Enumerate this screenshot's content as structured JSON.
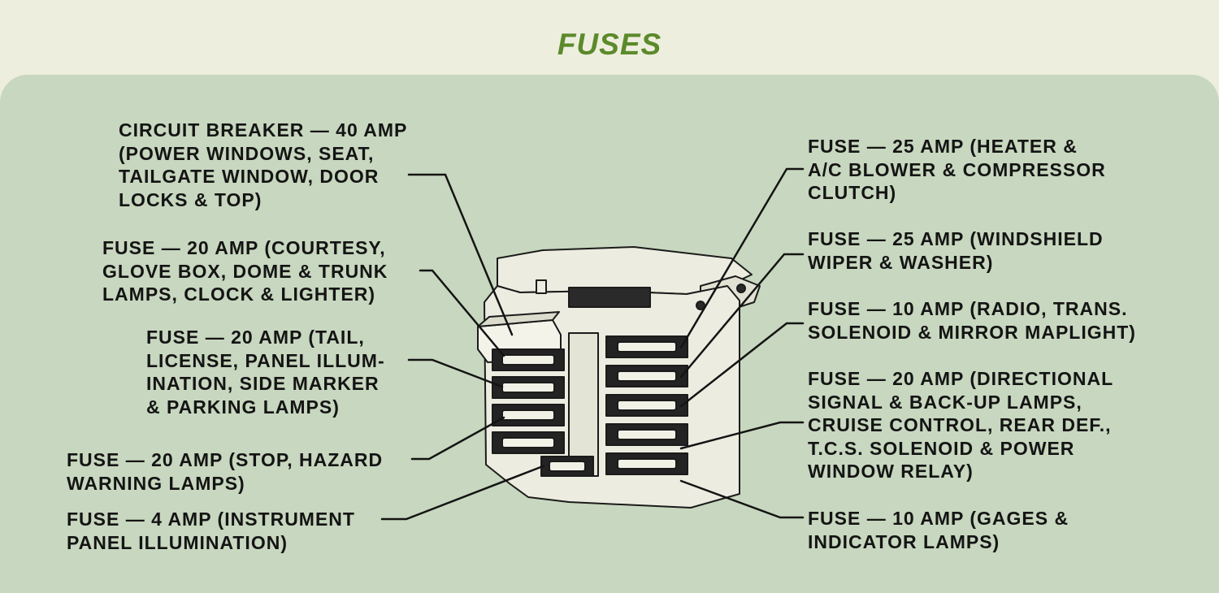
{
  "title": "FUSES",
  "colors": {
    "title": "#5b8a2a",
    "panel": "#c8d7bf",
    "page": "#eeeedf",
    "ink": "#141414"
  },
  "left_callouts": [
    {
      "id": "circuit-breaker-40",
      "lines": [
        "CIRCUIT BREAKER — 40 AMP",
        "(POWER WINDOWS, SEAT,",
        "TAILGATE WINDOW, DOOR",
        "LOCKS & TOP)"
      ]
    },
    {
      "id": "fuse-20-courtesy",
      "lines": [
        "FUSE — 20 AMP (COURTESY,",
        "GLOVE BOX, DOME & TRUNK",
        "LAMPS, CLOCK & LIGHTER)"
      ]
    },
    {
      "id": "fuse-20-tail",
      "lines": [
        "FUSE — 20 AMP (TAIL,",
        "LICENSE, PANEL ILLUM-",
        "INATION, SIDE MARKER",
        "& PARKING LAMPS)"
      ]
    },
    {
      "id": "fuse-20-stop",
      "lines": [
        "FUSE — 20 AMP (STOP, HAZARD",
        "WARNING LAMPS)"
      ]
    },
    {
      "id": "fuse-4-instrument",
      "lines": [
        "FUSE — 4 AMP (INSTRUMENT",
        "PANEL ILLUMINATION)"
      ]
    }
  ],
  "right_callouts": [
    {
      "id": "fuse-25-heater",
      "lines": [
        "FUSE — 25 AMP (HEATER &",
        "A/C BLOWER & COMPRESSOR",
        "CLUTCH)"
      ]
    },
    {
      "id": "fuse-25-windshield",
      "lines": [
        "FUSE — 25 AMP (WINDSHIELD",
        "WIPER & WASHER)"
      ]
    },
    {
      "id": "fuse-10-radio",
      "lines": [
        "FUSE — 10 AMP (RADIO, TRANS.",
        "SOLENOID & MIRROR MAPLIGHT)"
      ]
    },
    {
      "id": "fuse-20-directional",
      "lines": [
        "FUSE — 20 AMP (DIRECTIONAL",
        "SIGNAL & BACK-UP LAMPS,",
        "CRUISE CONTROL, REAR DEF.,",
        "T.C.S. SOLENOID & POWER",
        "WINDOW RELAY)"
      ]
    },
    {
      "id": "fuse-10-gages",
      "lines": [
        "FUSE — 10 AMP (GAGES &",
        "INDICATOR LAMPS)"
      ]
    }
  ]
}
